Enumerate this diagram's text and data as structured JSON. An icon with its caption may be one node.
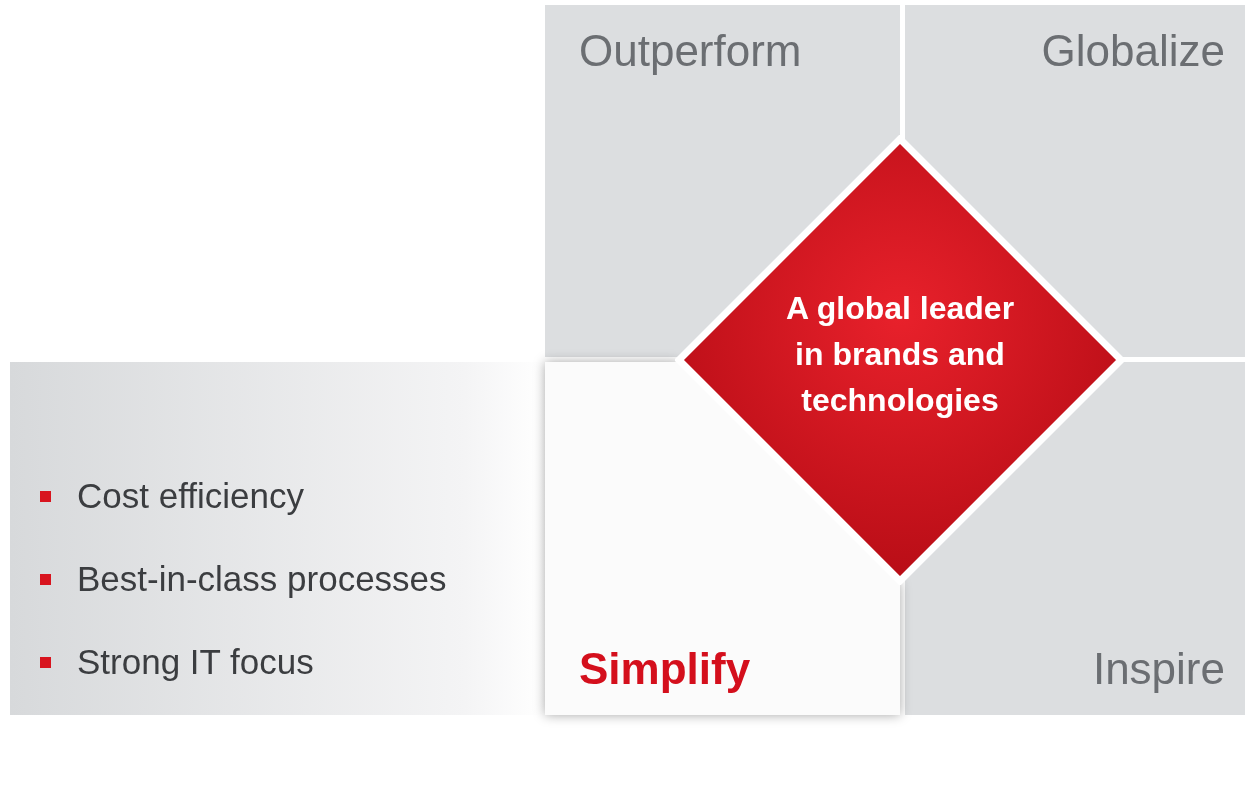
{
  "diagram": {
    "nodes": [
      {
        "text": [
          "Outperform"
        ]
      },
      {
        "text": [
          "Globalize"
        ]
      },
      {
        "text": [
          "A global leader in brands and technologies"
        ]
      },
      {
        "text": [
          "Cost efficiency",
          "Best-in-class processes",
          "Strong IT focus"
        ]
      },
      {
        "text": [
          "Simplify"
        ]
      },
      {
        "text": [
          "Inspire"
        ]
      }
    ]
  }
}
